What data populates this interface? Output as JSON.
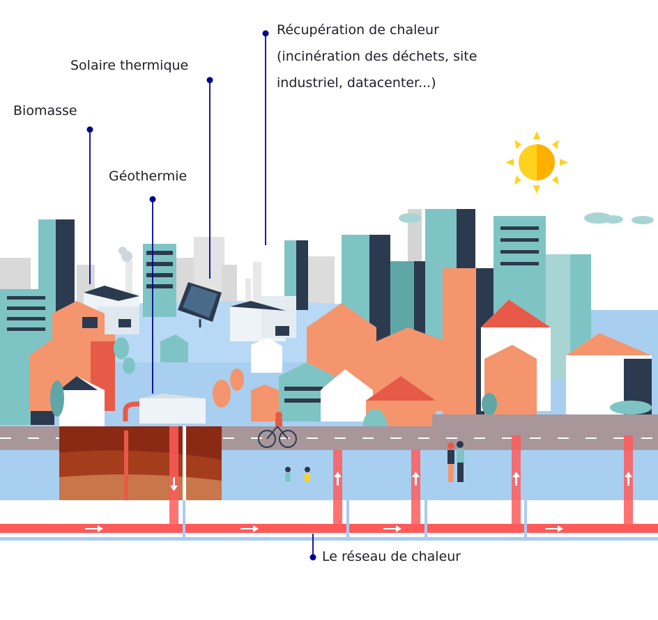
{
  "labels": {
    "biomasse": "Biomasse",
    "solaire": "Solaire thermique",
    "geothermie": "Géothermie",
    "recuperation": "Récupération de chaleur\n(incinération des déchets, site\nindustriel, datacenter...)",
    "reseau": "Le réseau de chaleur"
  },
  "colors": {
    "leader": "#000091",
    "heat_pipe": "#ff5a5a",
    "cold_pipe": "#a9cbf2",
    "road": "#a8969b",
    "ground": "#a8cff0",
    "sun": "#ffd21e",
    "teal": "#7fc4c4",
    "navy": "#2b3a4e",
    "salmon": "#f4956d",
    "red": "#e85a48",
    "grey": "#d9d9d9"
  }
}
